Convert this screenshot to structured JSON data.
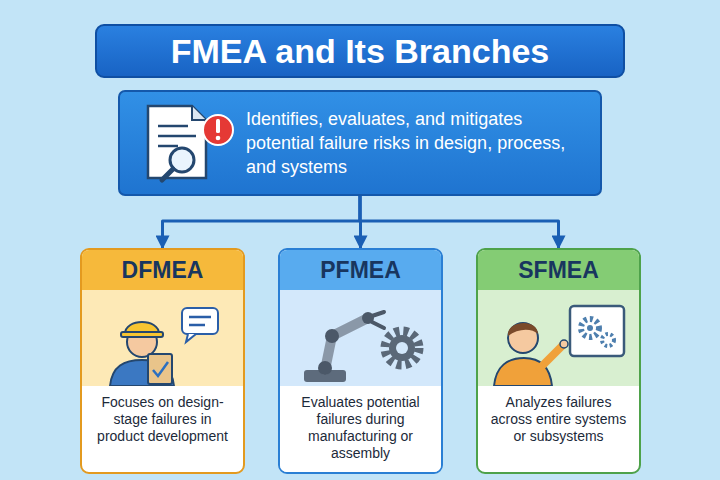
{
  "diagram": {
    "title": "FMEA and Its Branches",
    "nodes": [
      {
        "text": [
          "Identifies, evaluates, and mitigates potential failure risks in design, process, and systems"
        ]
      },
      {
        "text": [
          "DFMEA",
          "Focuses on design-stage failures in product development"
        ]
      },
      {
        "text": [
          "PFMEA",
          "Evaluates potential failures during manufacturing or assembly"
        ]
      },
      {
        "text": [
          "SFMEA",
          "Analyzes failures across entire systems or subsystems"
        ]
      }
    ],
    "edges": [
      {
        "from": 0,
        "to": 1,
        "arrow": "to"
      },
      {
        "from": 0,
        "to": 2,
        "arrow": "to"
      },
      {
        "from": 0,
        "to": 3,
        "arrow": "to"
      }
    ]
  }
}
